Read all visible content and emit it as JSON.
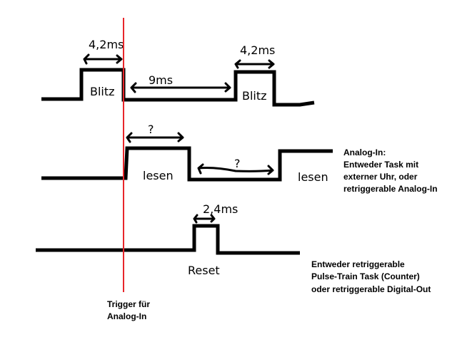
{
  "colors": {
    "trigger_line": "#e8262b",
    "signal": "#000000"
  },
  "row1": {
    "pulse1_duration": "4,2ms",
    "pulse1_label": "Blitz",
    "gap_duration": "9ms",
    "pulse2_duration": "4,2ms",
    "pulse2_label": "Blitz"
  },
  "row2": {
    "read1_duration": "?",
    "read1_label": "lesen",
    "gap_duration": "?",
    "read2_label": "lesen",
    "note": [
      "Analog-In:",
      "Entweder Task mit",
      "externer Uhr, oder",
      "retriggerable Analog-In"
    ]
  },
  "row3": {
    "pulse_duration": "2,4ms",
    "pulse_label": "Reset",
    "note": [
      "Entweder retriggerable",
      "Pulse-Train Task (Counter)",
      "oder retriggerable Digital-Out"
    ]
  },
  "trigger": {
    "label": [
      "Trigger für",
      "Analog-In"
    ]
  }
}
